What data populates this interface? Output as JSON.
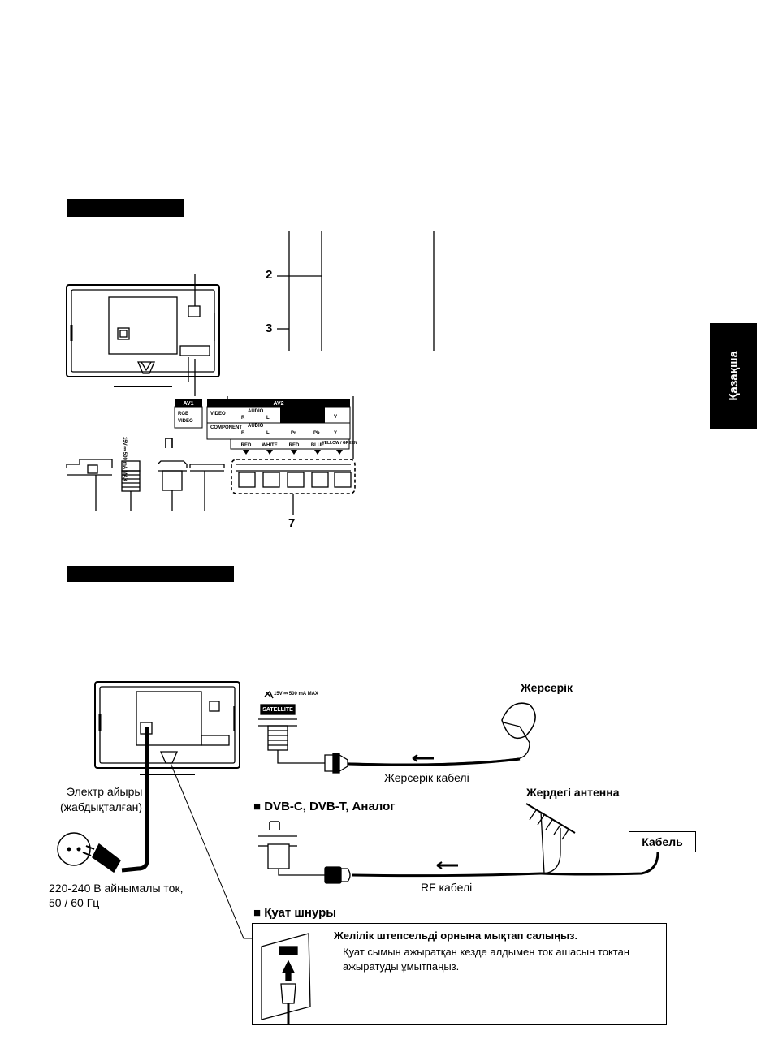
{
  "side_tab": {
    "label": "Қазақша"
  },
  "callouts": {
    "n2": "2",
    "n3": "3",
    "n7": "7"
  },
  "terminals": {
    "av1": "AV1",
    "av2": "AV2",
    "rgb": "RGB",
    "video": "VIDEO",
    "component": "COMPONENT",
    "audio": "AUDIO",
    "r": "R",
    "l": "L",
    "pb": "Pb",
    "pr": "Pr",
    "v": "V",
    "y": "Y",
    "colors": [
      "RED",
      "WHITE",
      "RED",
      "BLUE",
      "YELLOW / GREEN"
    ],
    "satellite": "SATELLITE",
    "dc_rating": "15V ⎓ 500 mA MAX",
    "dc_rating_top": "15V ⎓ 500 mA MAX"
  },
  "connections": {
    "satellite_dish": "Жерсерік",
    "satellite_cable": "Жерсерік кабелі",
    "dvb_heading": "■ DVB-C, DVB-T, Аналог",
    "terrestrial_antenna": "Жердегі антенна",
    "cable": "Кабель",
    "rf_cable": "RF кабелі",
    "mains_lead_line1": "Электр айыры",
    "mains_lead_line2": "(жабдықталған)",
    "ac_line1": "220-240 В айнымалы ток,",
    "ac_line2": "50 / 60 Гц",
    "power_heading": "■ Қуат шнуры",
    "note_title": "Желілік штепсельді орнына мықтап салыңыз.",
    "note_text": "Қуат сымын ажыратқан кезде алдымен ток ашасын токтан ажыратуды ұмытпаңыз."
  }
}
